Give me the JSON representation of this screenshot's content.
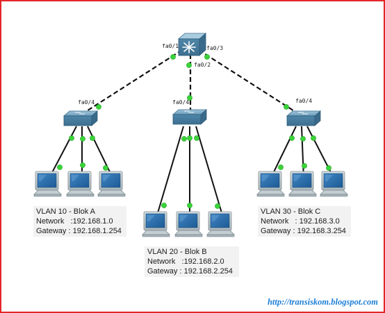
{
  "colors": {
    "frame": "#e2262b",
    "link": "#111111",
    "link_light": "#3ad33a",
    "device_blue": "#5f94b4",
    "monitor_frame": "#b8c4c8",
    "screen": "#2d6ea8",
    "url": "#1e7fd6"
  },
  "core_switch": {
    "icon": "multilayer-switch-icon",
    "ports": {
      "left": "fa0/1",
      "middle": "fa0/2",
      "right": "fa0/3"
    }
  },
  "access_switches": [
    {
      "icon": "switch-icon",
      "uplink_port": "fa0/4"
    },
    {
      "icon": "switch-icon",
      "uplink_port": "fa0/4"
    },
    {
      "icon": "switch-icon",
      "uplink_port": "fa0/4"
    }
  ],
  "pcs": {
    "icon": "pc-icon",
    "per_switch": 3
  },
  "vlans": [
    {
      "title": "VLAN 10 - Blok A",
      "network": "Network   :192.168.1.0",
      "gateway": "Gateway : 192.168.1.254"
    },
    {
      "title": "VLAN 20 - Blok B",
      "network": "Network   :192.168.2.0",
      "gateway": "Gateway : 192.168.2.254"
    },
    {
      "title": "VLAN 30 - Blok C",
      "network": "Network   : 192.168.3.0",
      "gateway": "Gateway : 192.168.3.254"
    }
  ],
  "url": "http://transiskom.blogspot.com"
}
